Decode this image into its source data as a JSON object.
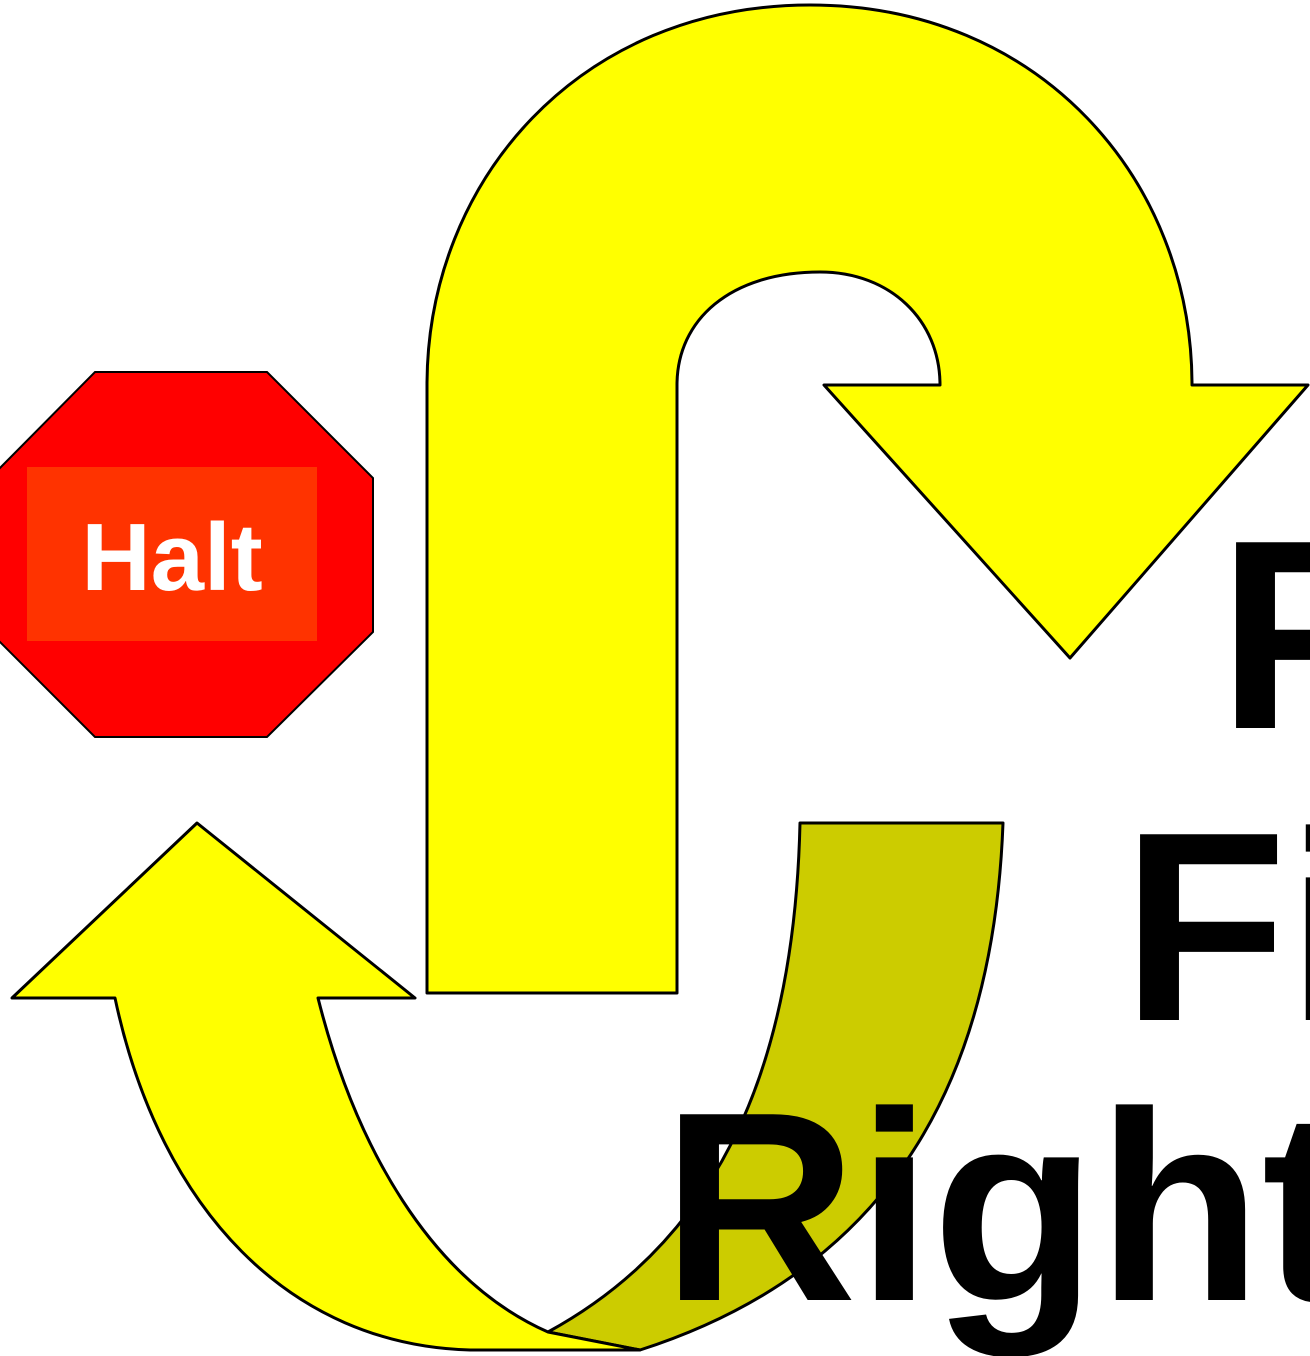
{
  "stop_sign": {
    "label": "Halt",
    "icon": "stop-sign-icon",
    "octagon_color": "#ff0000",
    "label_box_color": "#ff3300",
    "label_color": "#ffffff"
  },
  "words": {
    "line1": "F",
    "line2": "Fi",
    "line3": "Right"
  },
  "arrows": {
    "main_arrow": {
      "icon": "u-turn-arrow-icon",
      "color": "#ffff00"
    },
    "return_arrow": {
      "icon": "curved-up-arrow-icon",
      "color": "#ffff00"
    },
    "return_arrow_shadow": {
      "color": "#cccc00"
    },
    "outline_color": "#000000"
  }
}
